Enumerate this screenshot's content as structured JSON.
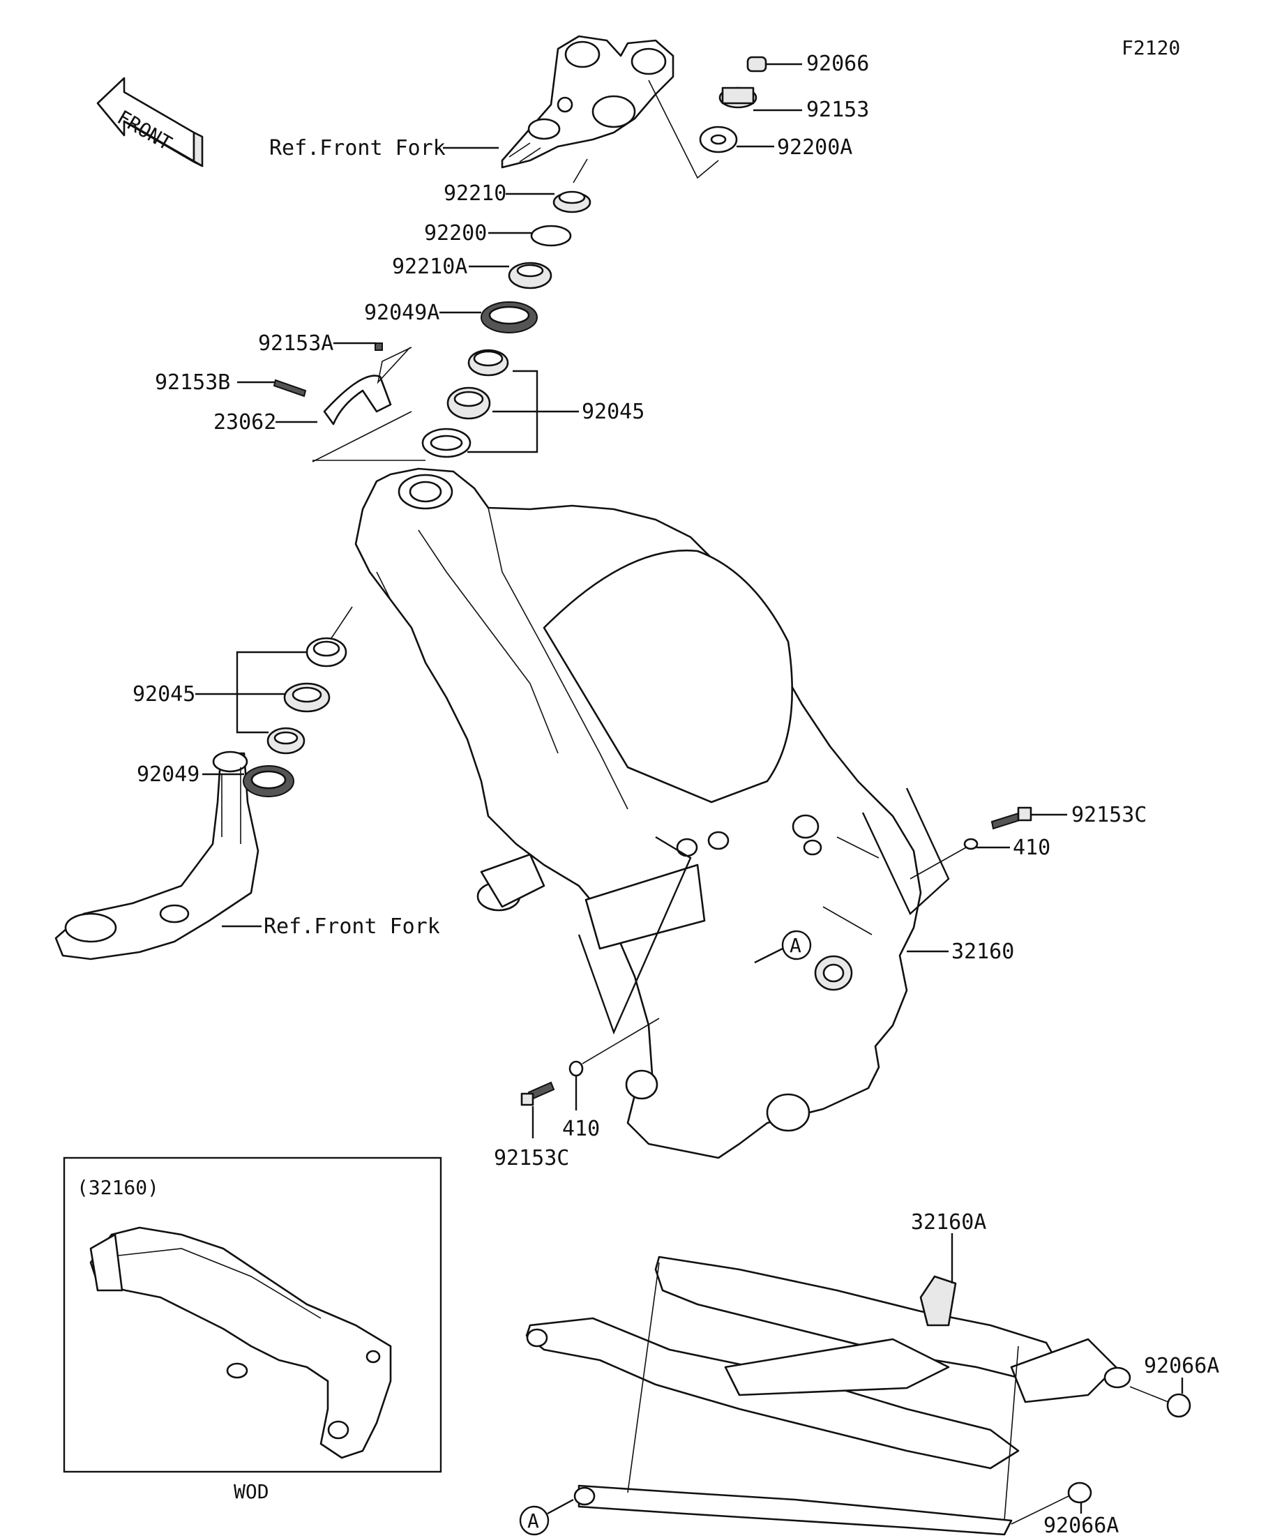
{
  "figure_code": "F2120",
  "front_arrow_text": "FRONT",
  "callouts": {
    "p92066": "92066",
    "p92153": "92153",
    "p92200A": "92200A",
    "ref_front_fork_top": "Ref.Front Fork",
    "p92210": "92210",
    "p92200": "92200",
    "p92210A": "92210A",
    "p92049A": "92049A",
    "p92153A": "92153A",
    "p92153B": "92153B",
    "p23062": "23062",
    "p92045_right": "92045",
    "p92045_left": "92045",
    "p92049": "92049",
    "ref_front_fork_bottom": "Ref.Front Fork",
    "p92153C_right": "92153C",
    "p410_right": "410",
    "p32160": "32160",
    "ref_A_main": "A",
    "p410_left": "410",
    "p92153C_left": "92153C",
    "p32160A": "32160A",
    "p92066A_right": "92066A",
    "p92066A_bottom": "92066A",
    "ref_A_subframe": "A"
  },
  "inset": {
    "title": "(32160)",
    "caption": "WOD"
  }
}
